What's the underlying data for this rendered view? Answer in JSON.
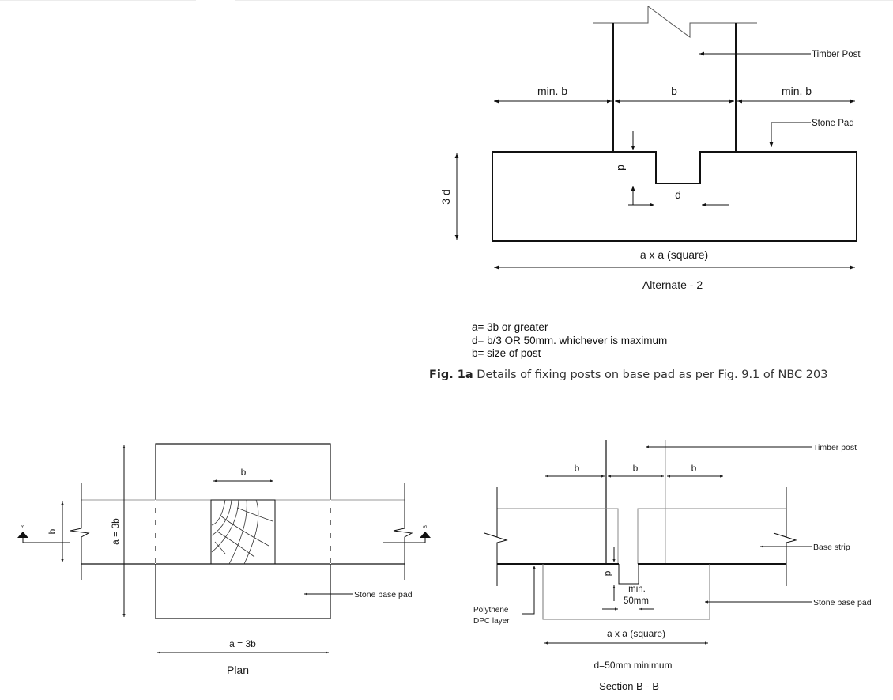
{
  "figure_top": {
    "labels": {
      "timber_post": "Timber Post",
      "stone_pad": "Stone Pad",
      "min_b_left": "min. b",
      "b_center": "b",
      "min_b_right": "min. b",
      "d_vertical": "d",
      "d_notch": "d",
      "height_3d": "3 d",
      "width": "a x a (square)",
      "title": "Alternate - 2"
    },
    "notes": [
      "a= 3b or greater",
      "d= b/3 OR 50mm. whichever is maximum",
      "b= size of post"
    ],
    "caption": {
      "prefix": "Fig. 1a",
      "text": " Details of fixing posts on base pad as per Fig. 9.1 of NBC 203"
    }
  },
  "figure_plan": {
    "labels": {
      "b_top": "b",
      "b_side": "b",
      "a_vertical": "a = 3b",
      "stone_base_pad": "Stone base pad",
      "width": "a = 3b",
      "title": "Plan",
      "section_marker_left": "B",
      "section_marker_right": "B"
    }
  },
  "figure_section": {
    "labels": {
      "timber_post": "Timber post",
      "b_left": "b",
      "b_center": "b",
      "b_right": "b",
      "base_strip": "Base strip",
      "stone_base_pad": "Stone base pad",
      "polythene_line1": "Polythene",
      "polythene_line2": "DPC layer",
      "d": "d",
      "min_line1": "min.",
      "min_line2": "50mm",
      "width": "a x a (square)",
      "d_note": "d=50mm minimum",
      "title": "Section B - B"
    }
  }
}
